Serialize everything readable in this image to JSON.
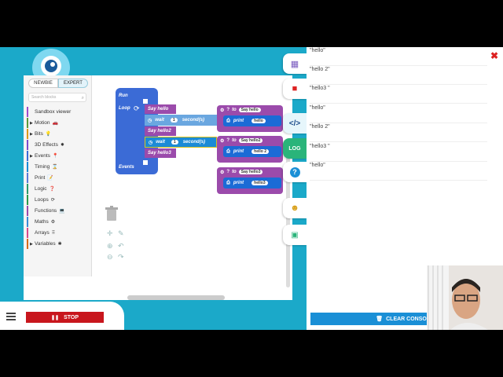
{
  "mode_toggle": {
    "newbie": "NEWBIE",
    "expert": "EXPERT"
  },
  "search": {
    "placeholder": "Search blocks"
  },
  "categories": [
    {
      "label": "Sandbox viewer",
      "color": "#9c4dcc"
    },
    {
      "label": "Motion",
      "color": "#5a9a3b",
      "icon": "car-icon",
      "glyph": "🚗"
    },
    {
      "label": "Bits",
      "color": "#d99a1b",
      "icon": "bulb-icon",
      "glyph": "💡"
    },
    {
      "label": "3D Effects",
      "color": "#7a4dcc",
      "icon": "sparkle-icon",
      "glyph": "✸"
    },
    {
      "label": "Events",
      "color": "#3b6bd6",
      "icon": "pin-icon",
      "glyph": "📍"
    },
    {
      "label": "Timing",
      "color": "#1b8bd6",
      "icon": "hourglass-icon",
      "glyph": "⌛"
    },
    {
      "label": "Print",
      "color": "#5b7bd6",
      "icon": "note-icon",
      "glyph": "📝"
    },
    {
      "label": "Logic",
      "color": "#2b9b6b",
      "icon": "question-icon",
      "glyph": "?"
    },
    {
      "label": "Loops",
      "color": "#2b9b4b",
      "icon": "loop-icon",
      "glyph": "⟳"
    },
    {
      "label": "Functions",
      "color": "#9b4bab",
      "icon": "laptop-icon",
      "glyph": "💻"
    },
    {
      "label": "Maths",
      "color": "#3b8bd6",
      "icon": "calculator-icon",
      "glyph": "⚙"
    },
    {
      "label": "Arrays",
      "color": "#d64b8b",
      "icon": "grid-icon",
      "glyph": "⠿"
    },
    {
      "label": "Variables",
      "color": "#d66b1b",
      "icon": "robot-icon",
      "glyph": "✱"
    }
  ],
  "blocks": {
    "run": "Run",
    "loop": "Loop",
    "events": "Events",
    "say_hello": "Say hello",
    "say_hello2": "Say hello2",
    "say_hello3": "Say hello3",
    "wait": "wait",
    "wait_value": "1",
    "seconds": "second(s)",
    "to": "to",
    "print": "print",
    "str_hello": "hello",
    "str_hello2": "hello 2",
    "str_hello3": "hello3"
  },
  "console": {
    "lines": [
      "\"hello\"",
      "\"hello 2\"",
      "\"hello3 \"",
      "\"hello\"",
      "\"hello 2\"",
      "\"hello3 \"",
      "\"hello\""
    ],
    "clear_label": "CLEAR CONSOLE"
  },
  "bottom": {
    "stop_label": "STOP"
  },
  "colors": {
    "accent": "#1ba9c9",
    "stop": "#c8161d",
    "clear": "#1a8fd6",
    "block_blue": "#3b6bd6",
    "block_purple": "#9b4bab"
  }
}
